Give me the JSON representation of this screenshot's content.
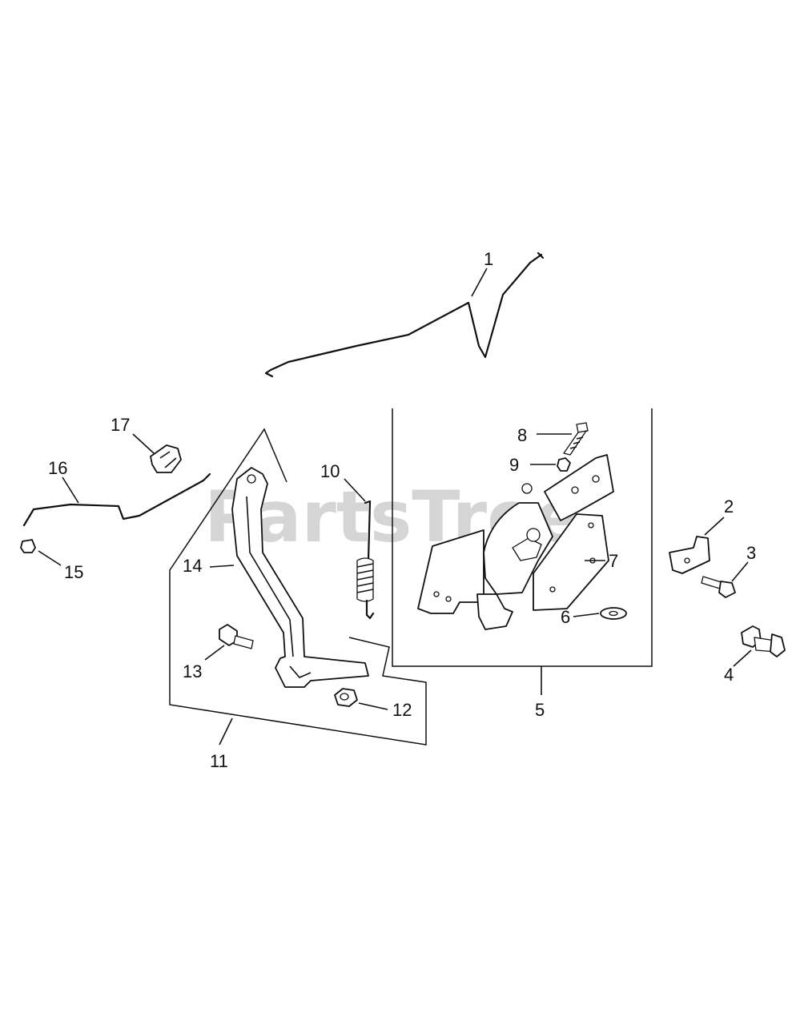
{
  "watermark": "PartsTree",
  "callouts": {
    "p1": "1",
    "p2": "2",
    "p3": "3",
    "p4": "4",
    "p5": "5",
    "p6": "6",
    "p7": "7",
    "p8": "8",
    "p9": "9",
    "p10": "10",
    "p11": "11",
    "p12": "12",
    "p13": "13",
    "p14": "14",
    "p15": "15",
    "p16": "16",
    "p17": "17"
  }
}
